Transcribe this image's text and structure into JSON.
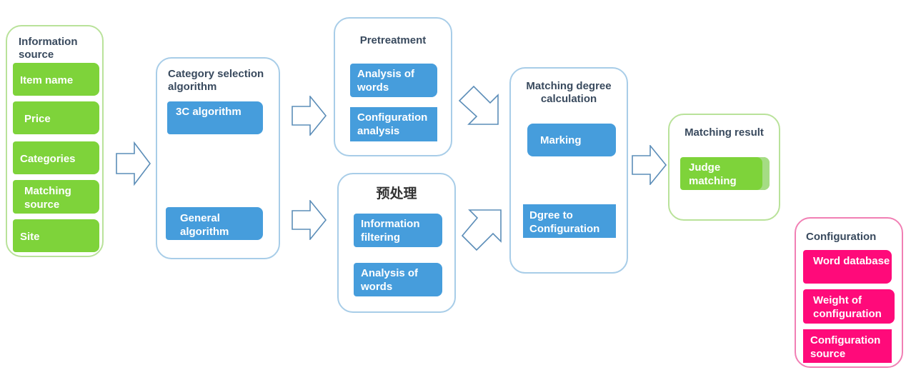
{
  "information_source": {
    "title": "Information source",
    "items": [
      "Item name",
      "Price",
      "Categories",
      "Matching source",
      "Site"
    ]
  },
  "category_selection": {
    "title": "Category selection algorithm",
    "items": [
      "3C algorithm",
      "General algorithm"
    ]
  },
  "pretreatment": {
    "title": "Pretreatment",
    "items": [
      "Analysis of words",
      "Configuration analysis"
    ]
  },
  "preprocessing_cn": {
    "title": "预处理",
    "items": [
      "Information filtering",
      "Analysis of words"
    ]
  },
  "matching_degree": {
    "title": "Matching degree calculation",
    "items": [
      "Marking",
      "Dgree to Configuration"
    ]
  },
  "matching_result": {
    "title": "Matching result",
    "items": [
      "Judge matching"
    ]
  },
  "configuration": {
    "title": "Configuration",
    "items": [
      "Word database",
      "Weight of configuration",
      "Configuration source"
    ]
  },
  "colors": {
    "green": "#7ed33a",
    "blue": "#469ddc",
    "pink": "#ff0a7a",
    "title_text": "#394a5e"
  }
}
